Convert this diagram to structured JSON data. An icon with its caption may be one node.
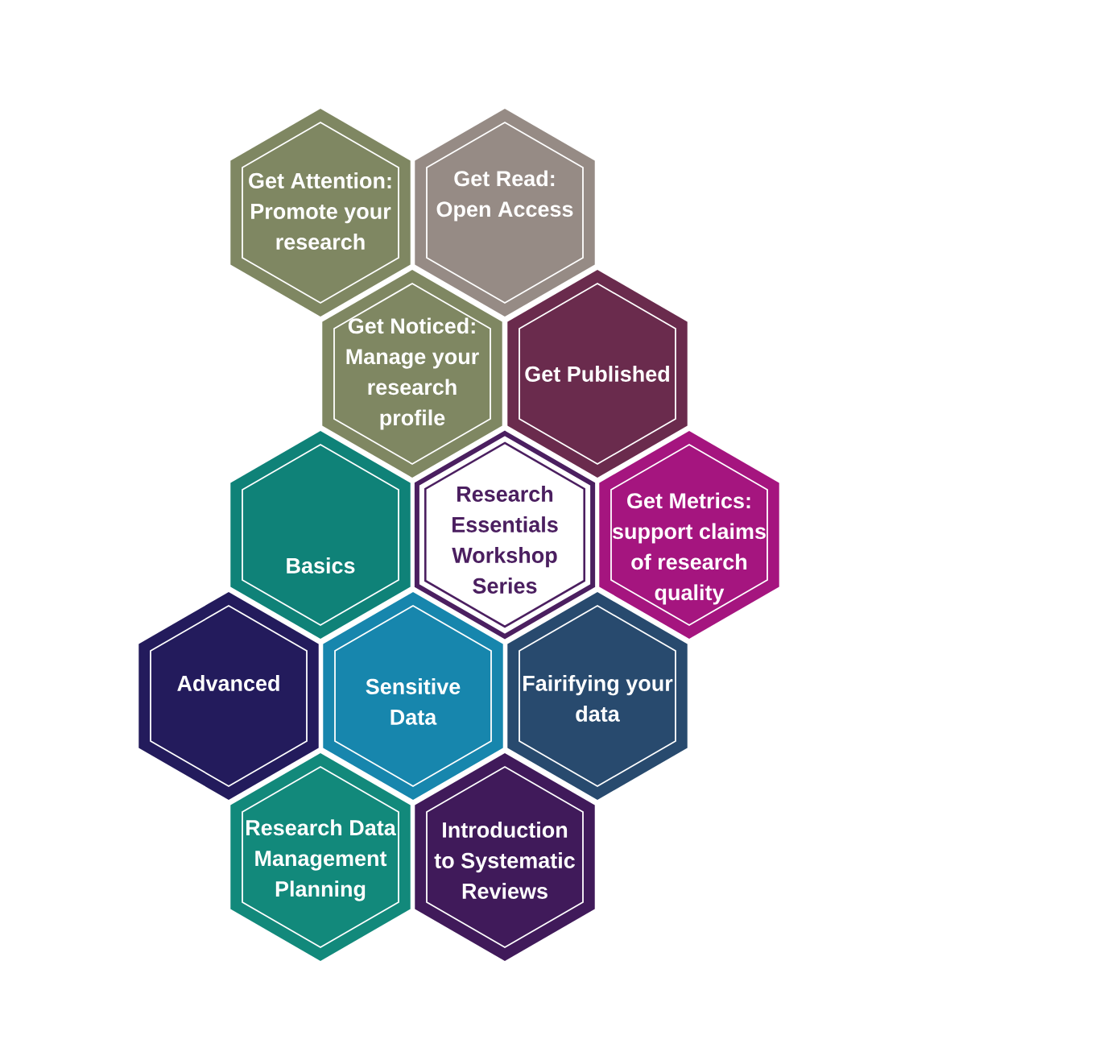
{
  "diagram": {
    "nodes": [
      {
        "text": [
          "Get Attention: Promote your research"
        ]
      },
      {
        "text": [
          "Get Read: Open Access"
        ]
      },
      {
        "text": [
          "Get Noticed: Manage your research profile"
        ]
      },
      {
        "text": [
          "Get Published"
        ]
      },
      {
        "text": [
          "Basics"
        ]
      },
      {
        "text": [
          "Research Essentials Workshop Series"
        ]
      },
      {
        "text": [
          "Get Metrics: support claims of research quality"
        ]
      },
      {
        "text": [
          "Advanced"
        ]
      },
      {
        "text": [
          "Sensitive Data"
        ]
      },
      {
        "text": [
          "Fairifying your data"
        ]
      },
      {
        "text": [
          "Research Data Management Planning"
        ]
      },
      {
        "text": [
          "Introduction to Systematic Reviews"
        ]
      }
    ]
  }
}
